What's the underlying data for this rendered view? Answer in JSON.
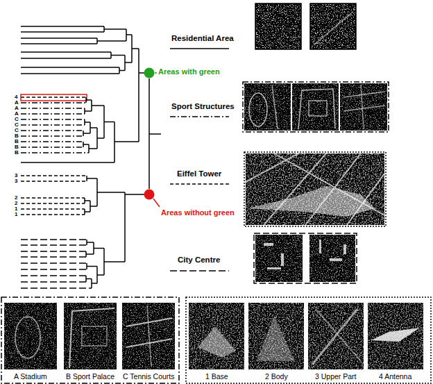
{
  "diagram": {
    "nodes": [
      {
        "text": [
          "Areas with green"
        ]
      },
      {
        "text": [
          "Areas without green"
        ]
      }
    ],
    "edges": [
      {
        "from": 0,
        "to": 1,
        "arrow": "none"
      }
    ],
    "labels": [
      "4",
      "A",
      "A",
      "A",
      "C",
      "C",
      "C",
      "B",
      "B",
      "B",
      "B",
      "3",
      "3",
      "2",
      "2",
      "1",
      "1",
      "A Stadium",
      "B Sport Palace",
      "C Tennis Courts",
      "1 Base",
      "2 Body",
      "3 Upper Part",
      "4 Antenna"
    ],
    "legend": [
      {
        "text": "Residential Area"
      },
      {
        "text": "Sport Structures"
      },
      {
        "text": "Eiffel Tower"
      },
      {
        "text": "City Centre"
      }
    ]
  }
}
